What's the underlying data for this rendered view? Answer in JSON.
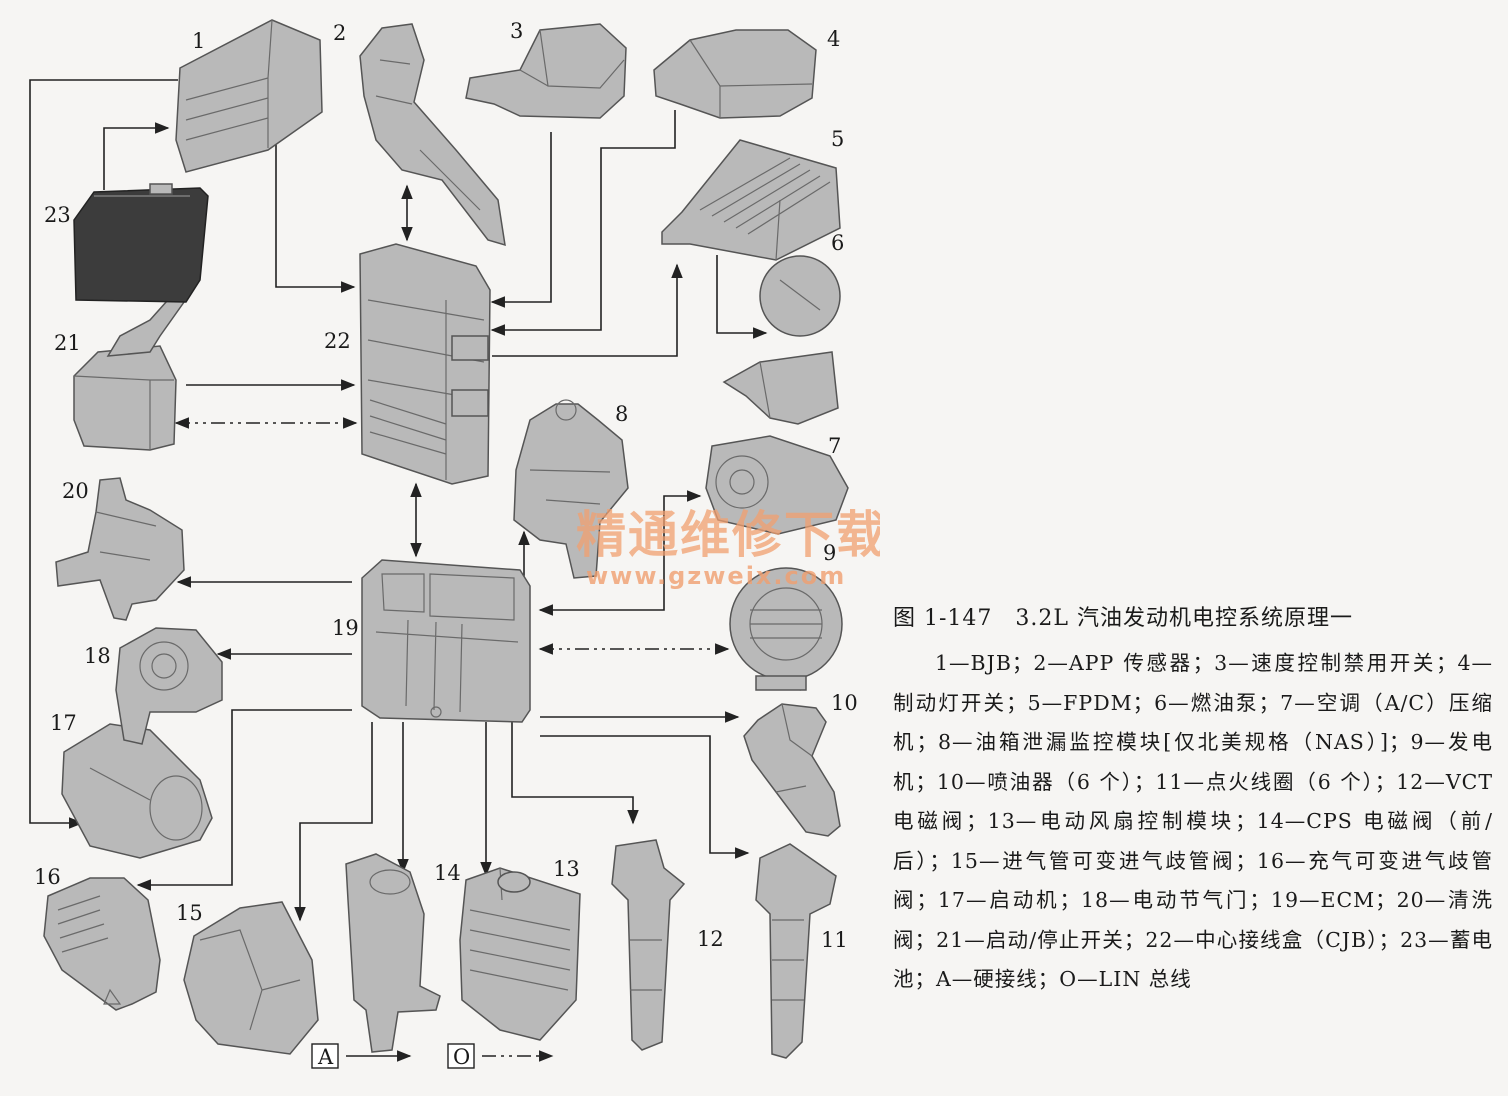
{
  "labels": {
    "p1": "1",
    "p2": "2",
    "p3": "3",
    "p4": "4",
    "p5": "5",
    "p6": "6",
    "p7": "7",
    "p8": "8",
    "p9": "9",
    "p10": "10",
    "p11": "11",
    "p12": "12",
    "p13": "13",
    "p14": "14",
    "p15": "15",
    "p16": "16",
    "p17": "17",
    "p18": "18",
    "p19": "19",
    "p20": "20",
    "p21": "21",
    "p22": "22",
    "p23": "23"
  },
  "legend": {
    "hard_wire": "A",
    "lin_bus": "O"
  },
  "watermark": {
    "cn": "精通维修下载",
    "url": "www.gzweix.com"
  },
  "caption": {
    "title": "图 1-147　3.2L 汽油发动机电控系统原理一",
    "body": "1—BJB；2—APP 传感器；3—速度控制禁用开关；4—制动灯开关；5—FPDM；6—燃油泵；7—空调（A/C）压缩机；8—油箱泄漏监控模块[仅北美规格（NAS）]；9—发电机；10—喷油器（6 个）；11—点火线圈（6 个）；12—VCT 电磁阀；13—电动风扇控制模块；14—CPS 电磁阀（前/后）；15—进气管可变进气歧管阀；16—充气可变进气歧管阀；17—启动机；18—电动节气门；19—ECM；20—清洗阀；21—启动/停止开关；22—中心接线盒（CJB）；23—蓄电池；A—硬接线；O—LIN 总线"
  }
}
